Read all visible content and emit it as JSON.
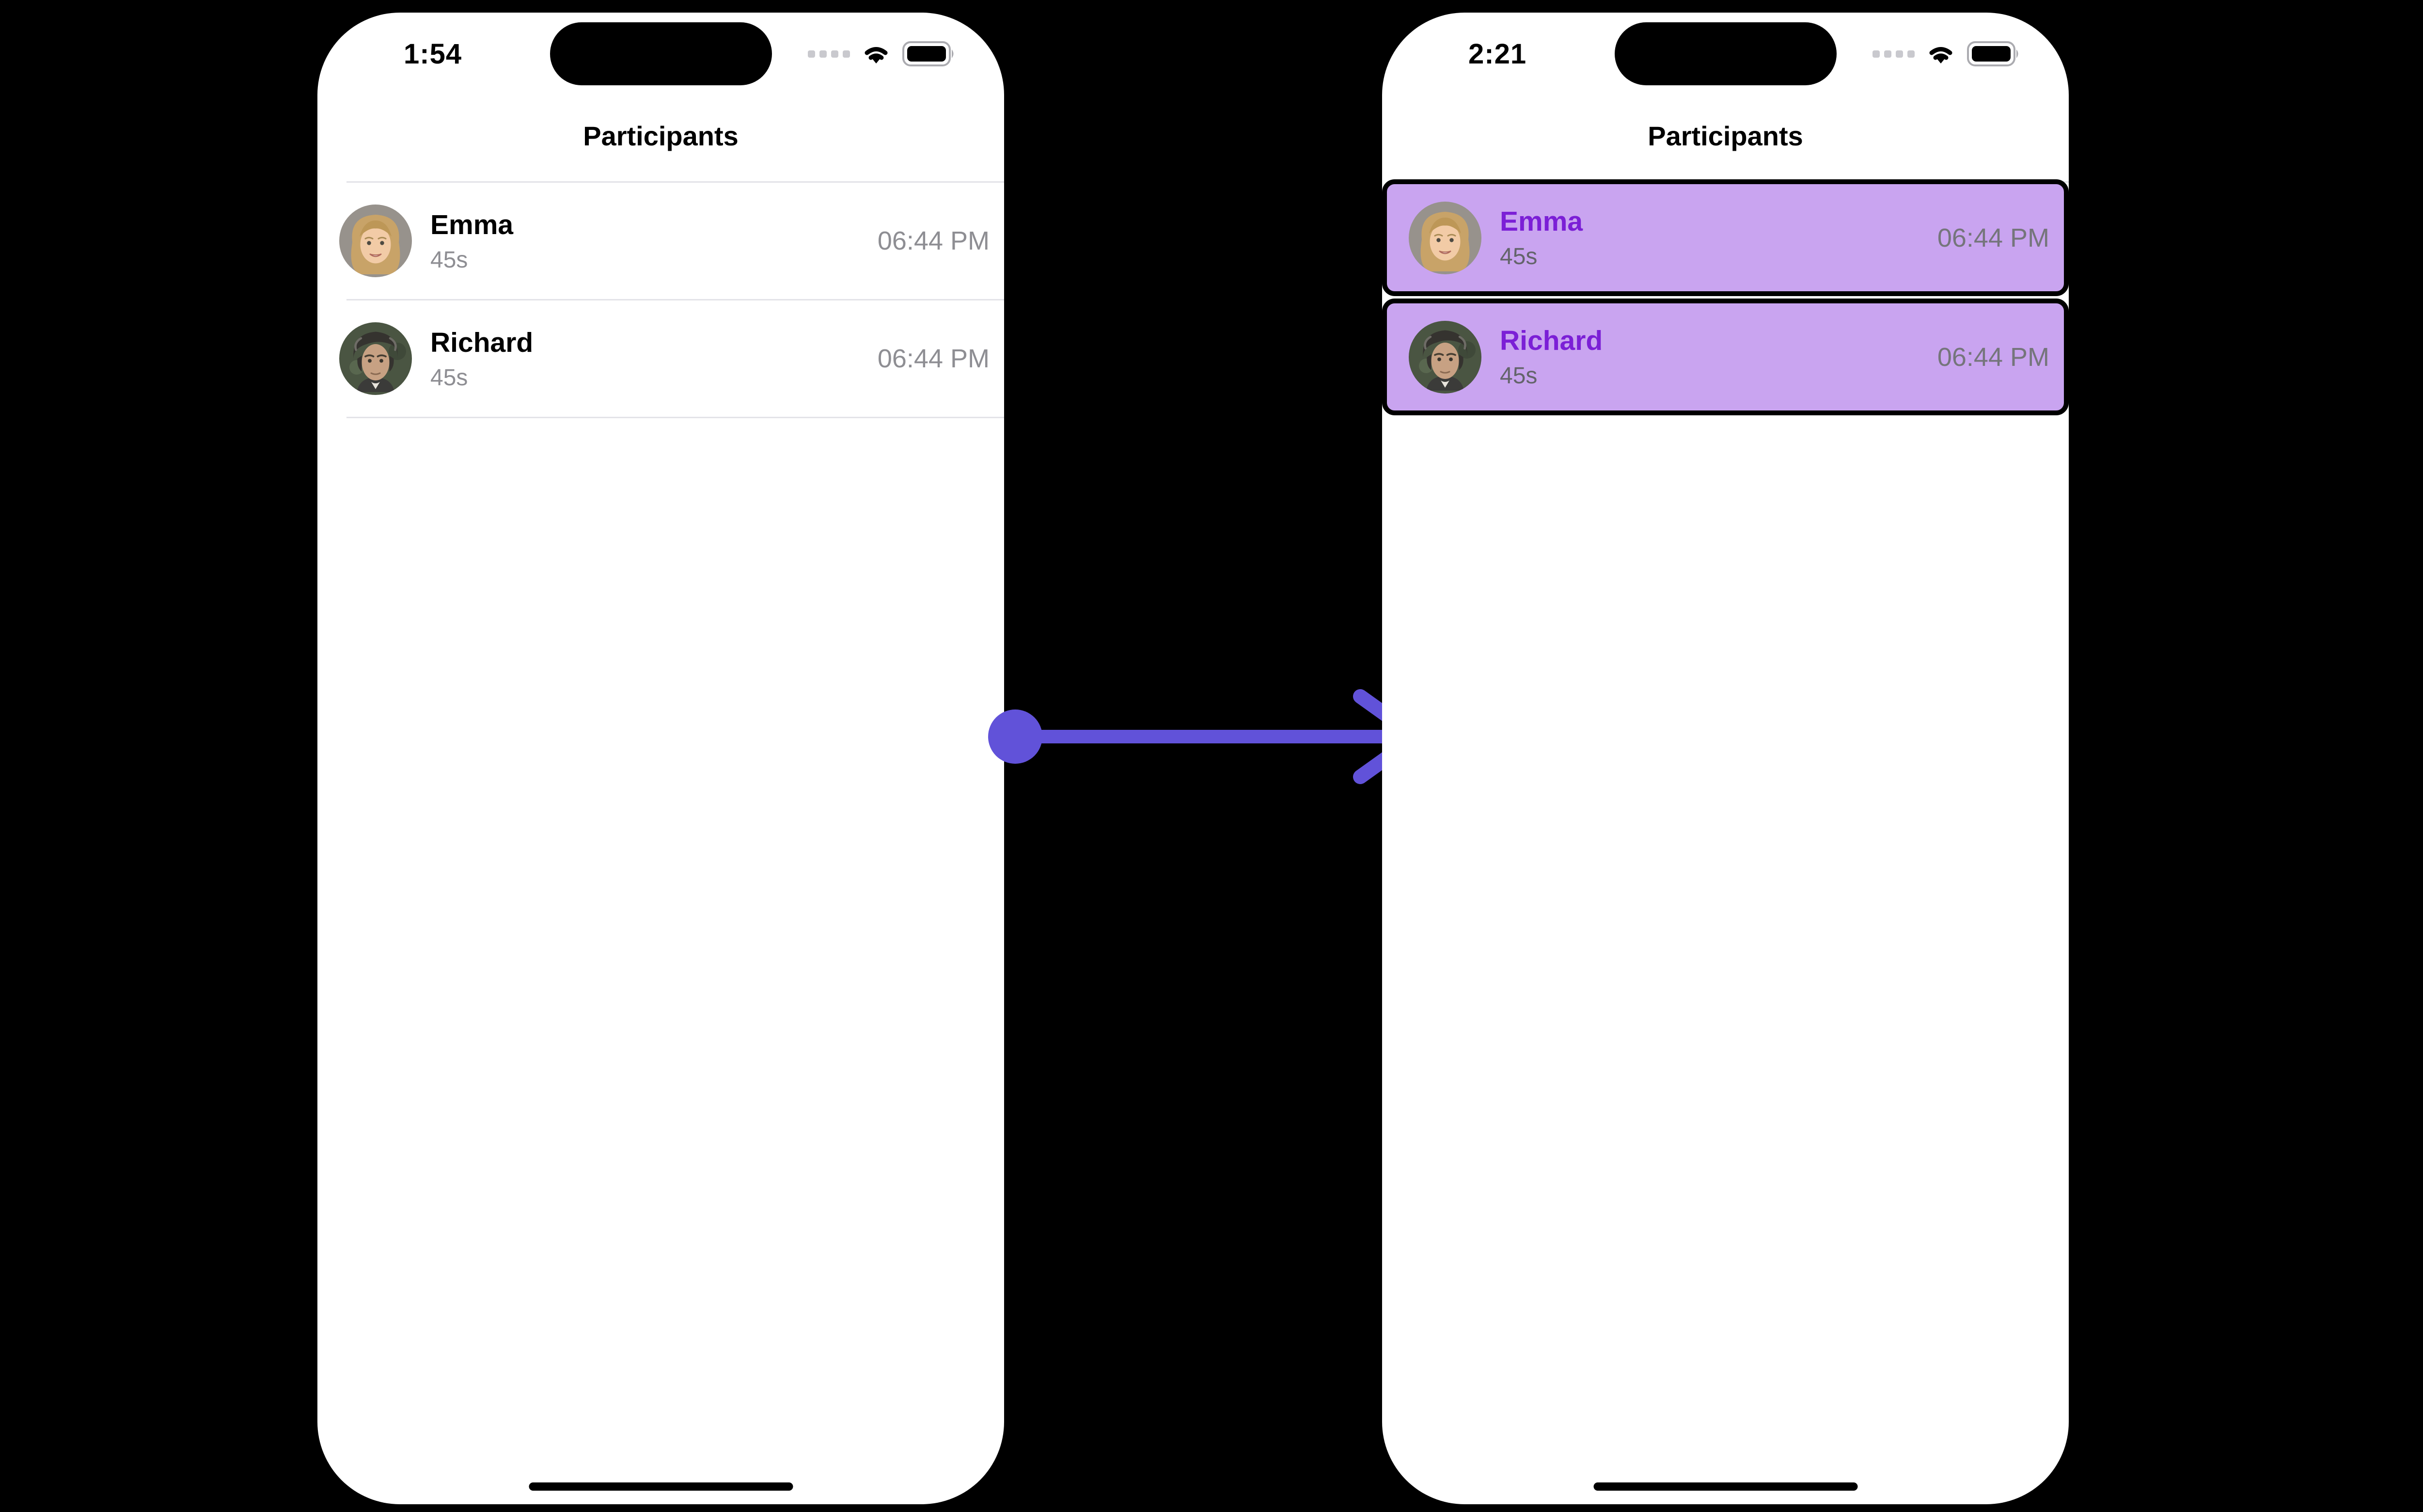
{
  "left_phone": {
    "status_bar": {
      "time": "1:54",
      "icons": [
        "cellular-dots-icon",
        "wifi-icon",
        "battery-icon"
      ]
    },
    "header": {
      "title": "Participants"
    },
    "participants": [
      {
        "name": "Emma",
        "duration": "45s",
        "time": "06:44 PM",
        "selected": false
      },
      {
        "name": "Richard",
        "duration": "45s",
        "time": "06:44 PM",
        "selected": false
      }
    ]
  },
  "right_phone": {
    "status_bar": {
      "time": "2:21",
      "icons": [
        "cellular-dots-icon",
        "wifi-icon",
        "battery-icon"
      ]
    },
    "header": {
      "title": "Participants"
    },
    "participants": [
      {
        "name": "Emma",
        "duration": "45s",
        "time": "06:44 PM",
        "selected": true
      },
      {
        "name": "Richard",
        "duration": "45s",
        "time": "06:44 PM",
        "selected": true
      }
    ]
  },
  "annotation": {
    "arrow_icon": "right-arrow-icon",
    "arrow_direction": "left-to-right"
  },
  "colors": {
    "canvas_bg": "#000000",
    "phone_bg": "#FFFFFF",
    "highlight_row_bg": "#C9A4F0",
    "highlight_name_text": "#7B1FD6",
    "secondary_text": "#8E8E93",
    "divider": "#E3E3E8",
    "arrow": "#6152D9"
  }
}
